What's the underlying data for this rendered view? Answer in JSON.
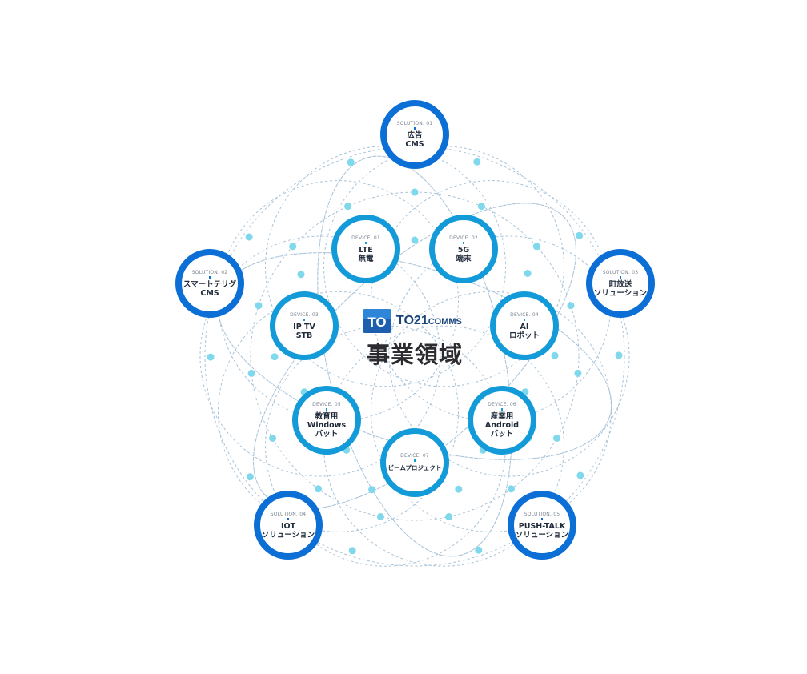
{
  "brand": {
    "logo_mark": "TO",
    "logo_text": "TO21",
    "logo_sub": "COMMS",
    "heading": "事業領域"
  },
  "colors": {
    "solution_ring": "#0c6fd6",
    "device_ring": "#139ad8",
    "mesh_line": "#a9c3d8",
    "dot": "#7fd8ec"
  },
  "solutions": [
    {
      "tag": "SOLUTION. 01",
      "lines": [
        "広告",
        "CMS"
      ]
    },
    {
      "tag": "SOLUTION. 02",
      "lines": [
        "スマートテリグ",
        "CMS"
      ]
    },
    {
      "tag": "SOLUTION. 03",
      "lines": [
        "町放送",
        "ソリューション"
      ]
    },
    {
      "tag": "SOLUTION. 04",
      "lines": [
        "IOT",
        "ソリューション"
      ]
    },
    {
      "tag": "SOLUTION. 05",
      "lines": [
        "PUSH-TALK",
        "ソリューション"
      ]
    }
  ],
  "devices": [
    {
      "tag": "DEVICE. 01",
      "lines": [
        "LTE",
        "無電"
      ]
    },
    {
      "tag": "DEVICE. 02",
      "lines": [
        "5G",
        "端末"
      ]
    },
    {
      "tag": "DEVICE. 03",
      "lines": [
        "IP TV",
        "STB"
      ]
    },
    {
      "tag": "DEVICE. 04",
      "lines": [
        "AI",
        "ロボット"
      ]
    },
    {
      "tag": "DEVICE. 05",
      "lines": [
        "教育用",
        "Windows",
        "パット"
      ]
    },
    {
      "tag": "DEVICE. 06",
      "lines": [
        "産業用",
        "Android",
        "パット"
      ]
    },
    {
      "tag": "DEVICE. 07",
      "lines": [
        "ビームプロジェクト"
      ]
    }
  ]
}
